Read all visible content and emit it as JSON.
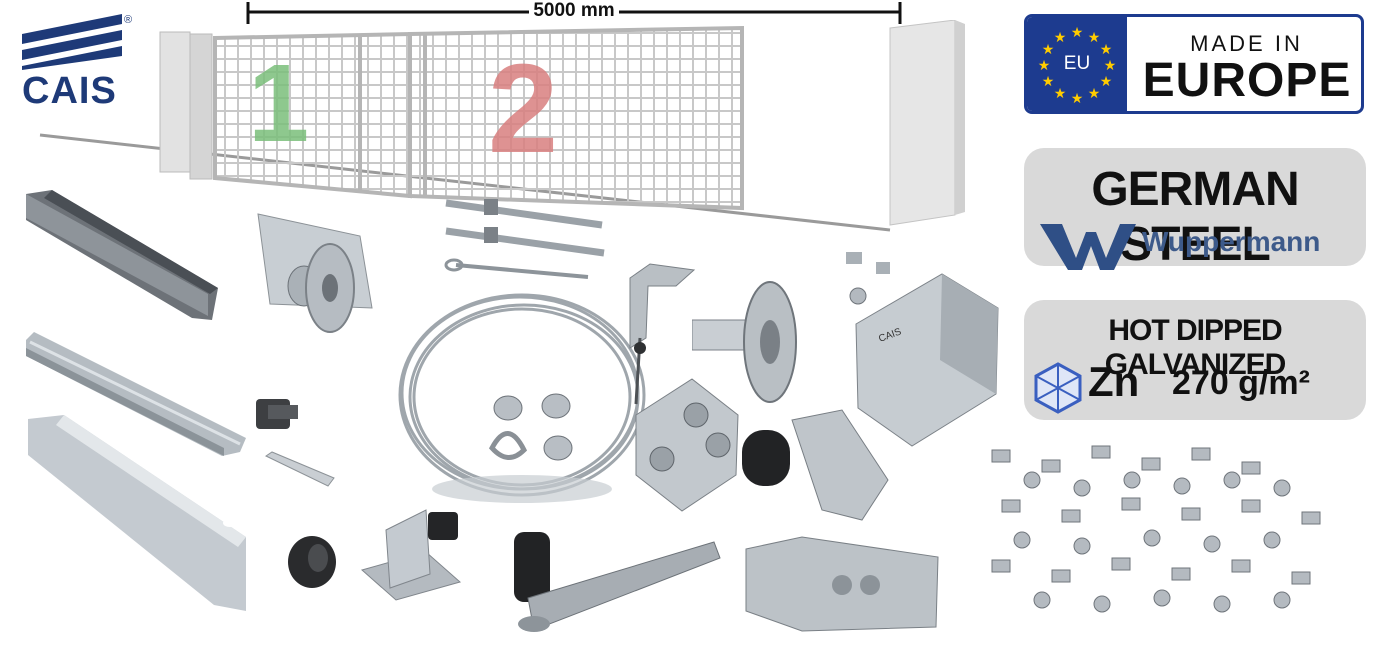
{
  "brand": {
    "name": "CAIS",
    "registered": "®"
  },
  "dimension": {
    "label": "5000 mm"
  },
  "gate": {
    "left_number": "1",
    "right_number": "2"
  },
  "badges": {
    "origin": {
      "line1": "MADE IN",
      "line2": "EUROPE",
      "flag_code": "EU"
    },
    "steel": {
      "title": "GERMAN STEEL",
      "supplier": "Wuppermann"
    },
    "galvanized": {
      "title": "HOT DIPPED GALVANIZED",
      "element": "Zn",
      "coating": "270 g/m²"
    }
  },
  "products": {
    "bracket_stamp": "CAIS"
  },
  "colors": {
    "brand_blue": "#1e3a78",
    "eu_blue": "#1d3b8f",
    "eu_yellow": "#ffcc00",
    "steel_grey": "#c9ced3",
    "badge_grey": "#d9d9d9",
    "wuppermann_blue": "#2f4f86",
    "number_green": "#7bbf7b",
    "number_red": "#d98080"
  }
}
